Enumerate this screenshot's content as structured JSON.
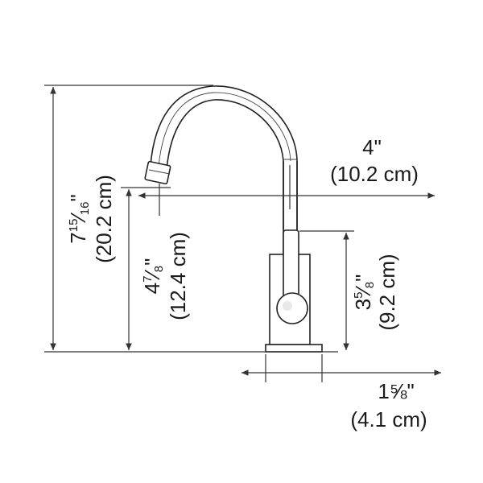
{
  "dimensions": {
    "overall_height": {
      "whole": "7",
      "num": "15",
      "den": "16",
      "unit": "\"",
      "metric": "(20.2 cm)"
    },
    "spout_height": {
      "whole": "4",
      "num": "7",
      "den": "8",
      "unit": "\"",
      "metric": "(12.4 cm)"
    },
    "body_height": {
      "whole": "3",
      "num": "5",
      "den": "8",
      "unit": "\"",
      "metric": "(9.2 cm)"
    },
    "reach": {
      "imperial": "4\"",
      "metric": "(10.2 cm)"
    },
    "base_diameter": {
      "imperial": "1⅝\"",
      "metric": "(4.1 cm)"
    }
  }
}
